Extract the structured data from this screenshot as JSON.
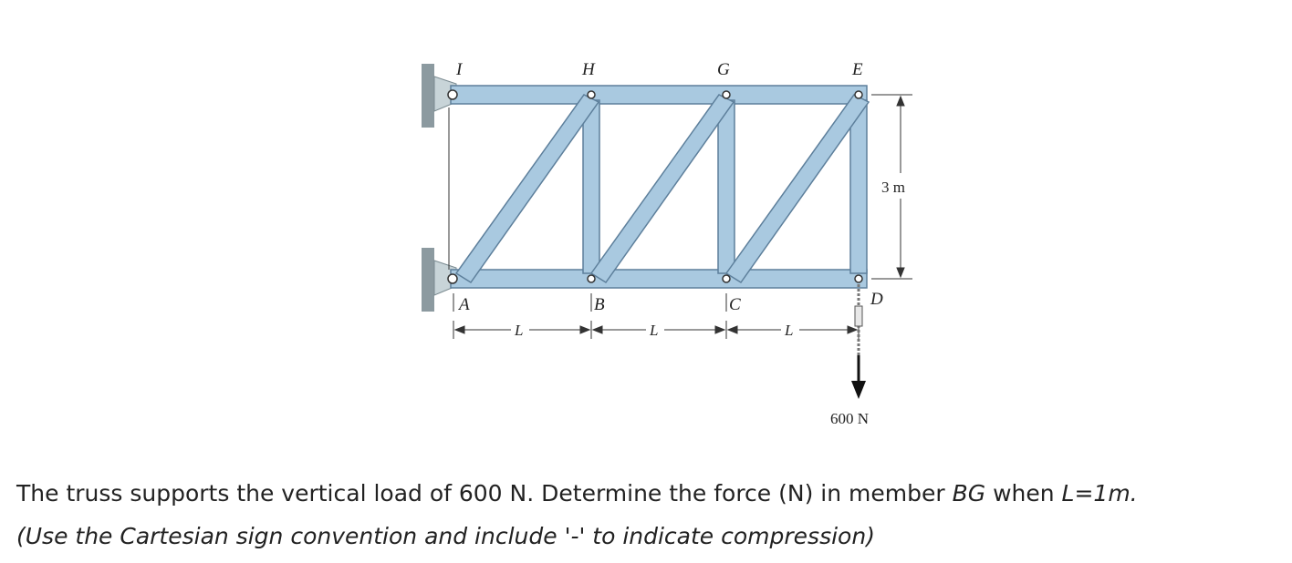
{
  "figure": {
    "joint_labels": {
      "I": "I",
      "H": "H",
      "G": "G",
      "E": "E",
      "A": "A",
      "B": "B",
      "C": "C",
      "D": "D"
    },
    "height_label": "3 m",
    "span_label": "L",
    "load_label": "600 N",
    "colors": {
      "member": "#a9c9e0",
      "member_edge": "#5d7f9b",
      "support": "#8c9aa0",
      "wall": "#c8d4d8"
    }
  },
  "question": {
    "line1_a": "The truss supports the vertical load of 600 N. Determine the force (N)  in member ",
    "line1_member": "BG",
    "line1_b": "  when ",
    "line1_cond": "L=1m.",
    "line2": "(Use the Cartesian sign convention and include '-' to indicate compression)"
  }
}
